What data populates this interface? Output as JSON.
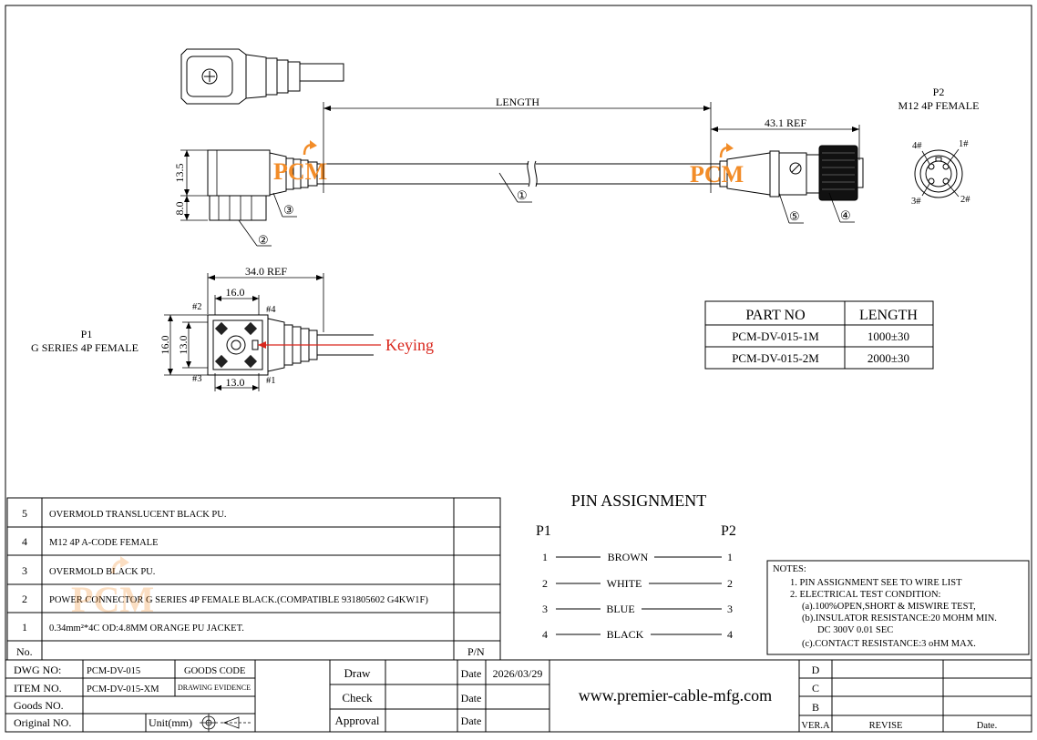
{
  "drawing": {
    "p2_label": "P2",
    "p2_name": "M12 4P FEMALE",
    "p1_label": "P1",
    "p1_name": "G SERIES  4P FEMALE",
    "length_label": "LENGTH",
    "ref_43": "43.1 REF",
    "ref_34": "34.0 REF",
    "dim_16_top": "16.0",
    "dim_16_side": "16.0",
    "dim_13_side": "13.0",
    "dim_13_bottom": "13.0",
    "dim_135": "13.5",
    "dim_80": "8.0",
    "keying": "Keying",
    "logo": "PCM",
    "balloons": [
      "①",
      "②",
      "③",
      "④",
      "⑤"
    ],
    "pins_g": [
      "#2",
      "#4",
      "#3",
      "#1"
    ],
    "pins_m12": [
      "4#",
      "1#",
      "3#",
      "2#"
    ],
    "accent_orange": "#f28c28",
    "keying_red": "#d9261c"
  },
  "part_table": {
    "headers": [
      "PART NO",
      "LENGTH"
    ],
    "rows": [
      [
        "PCM-DV-015-1M",
        "1000±30"
      ],
      [
        "PCM-DV-015-2M",
        "2000±30"
      ]
    ]
  },
  "bom": {
    "rows": [
      {
        "no": "5",
        "desc": "OVERMOLD TRANSLUCENT BLACK PU."
      },
      {
        "no": "4",
        "desc": "M12 4P A-CODE  FEMALE"
      },
      {
        "no": "3",
        "desc": "OVERMOLD BLACK PU."
      },
      {
        "no": "2",
        "desc": "POWER CONNECTOR G SERIES  4P FEMALE BLACK.(COMPATIBLE 931805602 G4KW1F)"
      },
      {
        "no": "1",
        "desc": "0.34mm²*4C OD:4.8MM ORANGE PU JACKET."
      }
    ],
    "col_no": "No.",
    "col_pn": "P/N"
  },
  "pin_assignment": {
    "title": "PIN   ASSIGNMENT",
    "left": "P1",
    "right": "P2",
    "rows": [
      {
        "l": "1",
        "color": "BROWN",
        "r": "1"
      },
      {
        "l": "2",
        "color": "WHITE",
        "r": "2"
      },
      {
        "l": "3",
        "color": "BLUE",
        "r": "3"
      },
      {
        "l": "4",
        "color": "BLACK",
        "r": "4"
      }
    ]
  },
  "notes": {
    "title": "NOTES:",
    "lines": [
      "1.  PIN ASSIGNMENT SEE TO WIRE LIST",
      "2.  ELECTRICAL TEST CONDITION:",
      "(a).100%OPEN,SHORT & MISWIRE TEST,",
      "(b).INSULATOR RESISTANCE:20 MOHM MIN.",
      "DC 300V 0.01 SEC",
      "(c).CONTACT RESISTANCE:3 oHM MAX."
    ]
  },
  "title_block": {
    "dwg_no_label": "DWG NO:",
    "dwg_no": "PCM-DV-015",
    "goods_code_label": "GOODS CODE",
    "item_no_label": "ITEM NO.",
    "item_no": "PCM-DV-015-XM",
    "drawing_evidence": "DRAWING EVIDENCE",
    "goods_no_label": "Goods NO.",
    "original_no_label": "Original NO.",
    "unit_label": "Unit(mm)",
    "draw": "Draw",
    "check": "Check",
    "approval": "Approval",
    "date_label": "Date",
    "date": "2026/03/29",
    "website": "www.premier-cable-mfg.com",
    "rev_d": "D",
    "rev_c": "C",
    "rev_b": "B",
    "ver": "VER.A",
    "revise": "REVISE",
    "date_col": "Date."
  }
}
